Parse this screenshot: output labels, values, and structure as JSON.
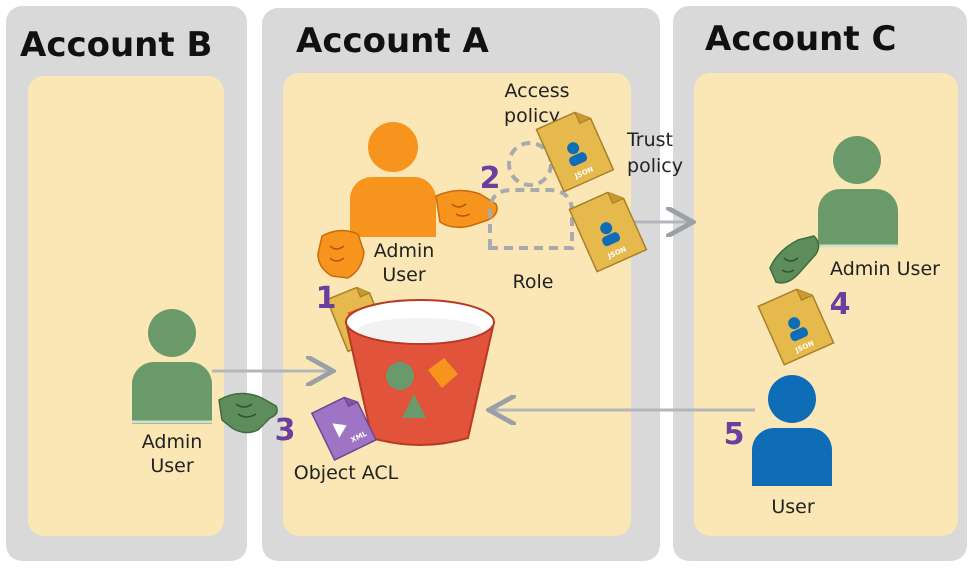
{
  "accounts": {
    "b": {
      "title": "Account B"
    },
    "a": {
      "title": "Account A"
    },
    "c": {
      "title": "Account C"
    }
  },
  "labels": {
    "admin_user_a": [
      "Admin",
      "User"
    ],
    "access_policy": [
      "Access",
      "policy"
    ],
    "trust_policy": [
      "Trust",
      "policy"
    ],
    "role": "Role",
    "admin_user_b": [
      "Admin",
      "User"
    ],
    "object_acl": "Object ACL",
    "admin_user_c": "Admin User",
    "user_c": "User",
    "json_tag": "JSON",
    "xml_tag": "XML"
  },
  "steps": [
    "1",
    "2",
    "3",
    "4",
    "5"
  ],
  "colors": {
    "panel_gray": "#d9d9d9",
    "panel_yellow": "#fbe7b5",
    "orange_user": "#f7941d",
    "green_user": "#6a9a6a",
    "blue_user": "#0f6db8",
    "bucket_red": "#e2533b",
    "doc_gold": "#e6b94c",
    "acl_purple": "#a074c4",
    "step_purple": "#6b3fa0",
    "arrow_gray": "#b3b7bd"
  }
}
